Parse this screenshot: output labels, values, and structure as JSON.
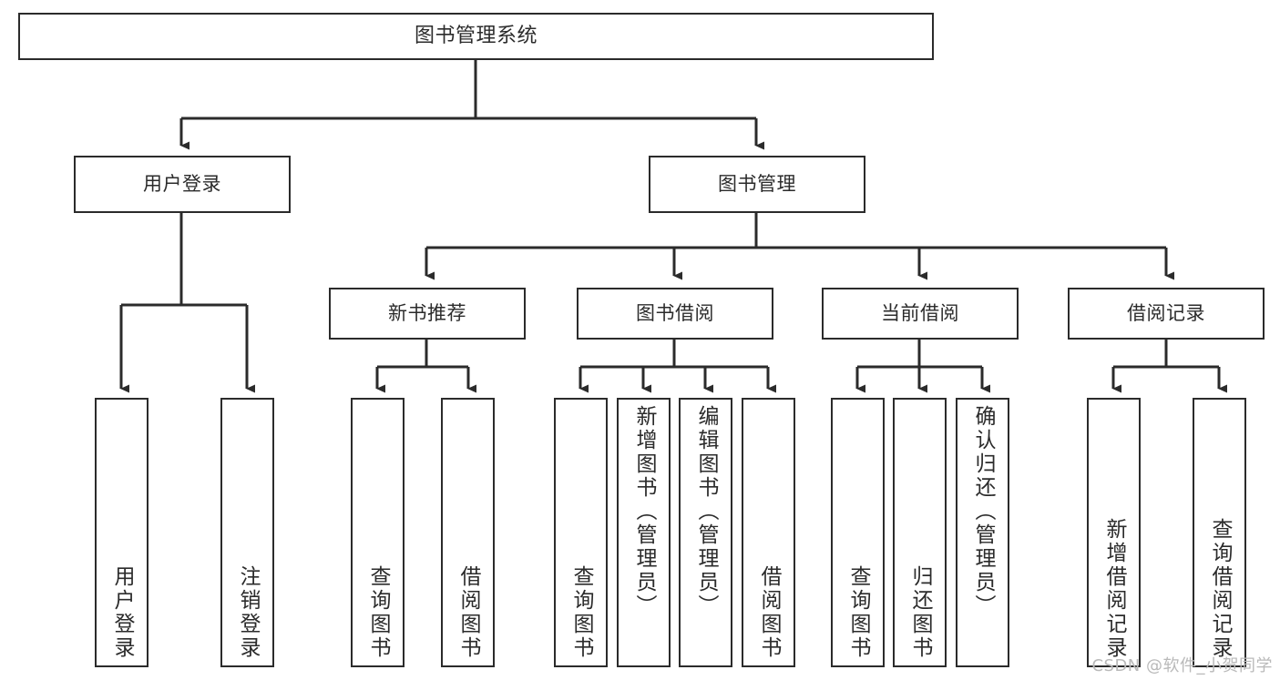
{
  "diagram": {
    "title": "图书管理系统",
    "type": "tree-hierarchy",
    "watermark": "CSDN @软件_小贺同学",
    "colors": {
      "stroke": "#2b2b2b",
      "fill": "#ffffff",
      "watermark": "#b9b9b9"
    },
    "root": {
      "label": "图书管理系统"
    },
    "level2": [
      {
        "label": "用户登录"
      },
      {
        "label": "图书管理"
      }
    ],
    "level3": [
      {
        "label": "新书推荐"
      },
      {
        "label": "图书借阅"
      },
      {
        "label": "当前借阅"
      },
      {
        "label": "借阅记录"
      }
    ],
    "leaves": {
      "user_login": [
        {
          "label": "用户登录"
        },
        {
          "label": "注销登录"
        }
      ],
      "new_book_recommend": [
        {
          "label": "查询图书"
        },
        {
          "label": "借阅图书"
        }
      ],
      "book_borrow": [
        {
          "label": "查询图书"
        },
        {
          "label": "新增图书（管理员）"
        },
        {
          "label": "编辑图书（管理员）"
        },
        {
          "label": "借阅图书"
        }
      ],
      "current_borrow": [
        {
          "label": "查询图书"
        },
        {
          "label": "归还图书"
        },
        {
          "label": "确认归还（管理员）"
        }
      ],
      "borrow_record": [
        {
          "label": "新增借阅记录"
        },
        {
          "label": "查询借阅记录"
        }
      ]
    }
  }
}
